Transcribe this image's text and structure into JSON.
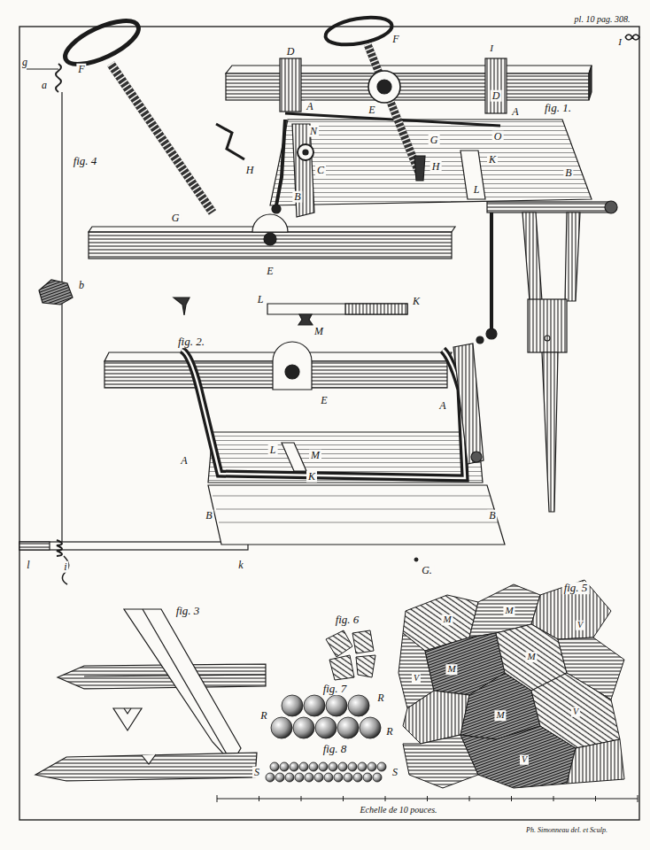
{
  "diagram": {
    "labels": [
      "pl. 10 pag. 308.",
      "fig. 1.",
      "D",
      "F",
      "I",
      "I",
      "D",
      "E",
      "A",
      "A",
      "N",
      "O",
      "G",
      "C",
      "H",
      "K",
      "L",
      "B",
      "B",
      "g",
      "a",
      "F",
      "H",
      "G",
      "fig. 4",
      "E",
      "L",
      "K",
      "M",
      "b",
      "fig. 2.",
      "A",
      "E",
      "L",
      "M",
      "K",
      "A",
      "B",
      "B",
      "l",
      "i",
      "k",
      "fig. 3",
      "fig. 6",
      "fig. 7",
      "R",
      "R",
      "R",
      "fig. 8",
      "S",
      "S",
      "G.",
      "fig. 5",
      "M",
      "M",
      "M",
      "M",
      "M",
      "V",
      "V",
      "V",
      "V",
      "Echelle de 10 pouces.",
      "Ph. Simonneau del. et Sculp."
    ]
  }
}
